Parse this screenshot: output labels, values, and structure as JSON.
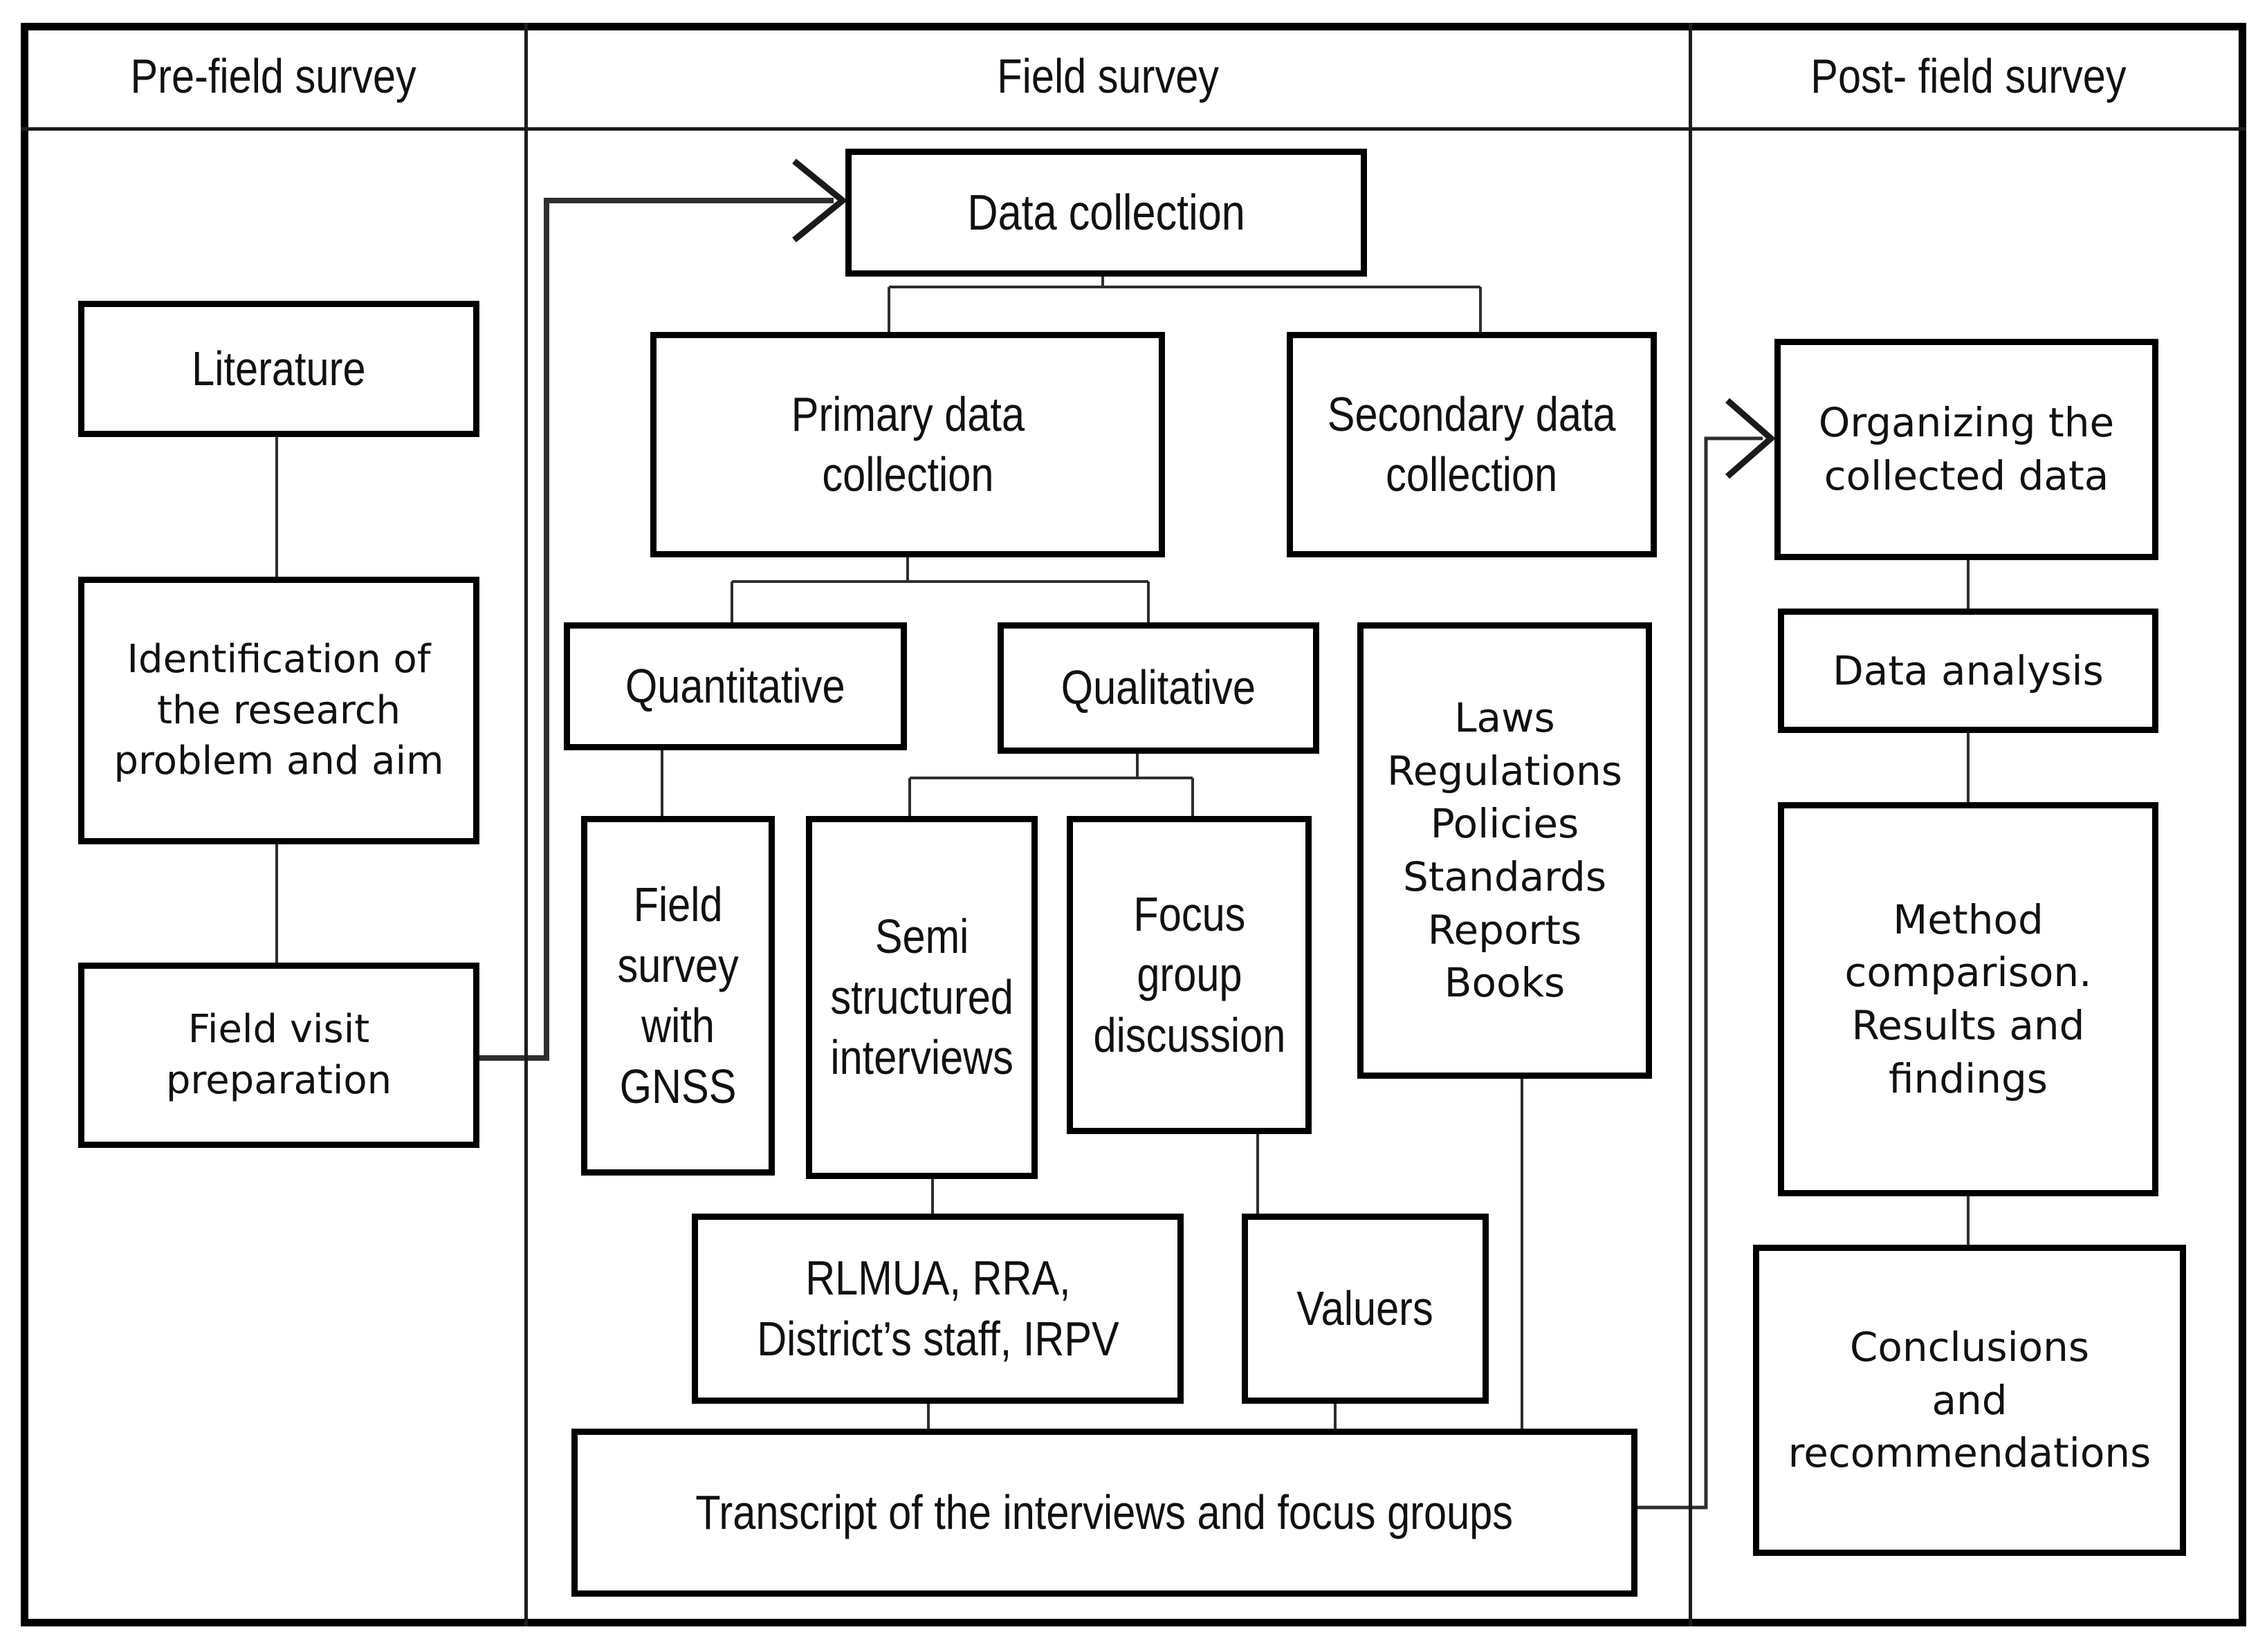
{
  "diagram": {
    "background": "#ffffff",
    "colors": {
      "ink": "#000000",
      "connector": "#2e2e2e"
    },
    "columns": [
      {
        "label": "Pre-field survey"
      },
      {
        "label": "Field survey"
      },
      {
        "label": "Post- field survey"
      }
    ],
    "nodes": {
      "literature": "Literature",
      "identification": "Identification of\nthe research\nproblem and aim",
      "field_visit": "Field visit\npreparation",
      "data_collection": "Data collection",
      "primary": "Primary data\ncollection",
      "secondary": "Secondary data\ncollection",
      "quantitative": "Quantitative",
      "qualitative": "Qualitative",
      "laws": "Laws\nRegulations\nPolicies\nStandards\nReports\nBooks",
      "gnss": "Field\nsurvey\nwith\nGNSS",
      "semi": "Semi\nstructured\ninterviews",
      "focus": "Focus\ngroup\ndiscussion",
      "rlmua": "RLMUA, RRA,\nDistrict’s staff, IRPV",
      "valuers": "Valuers",
      "transcript": "Transcript of the interviews and focus groups",
      "organizing": "Organizing the\ncollected data",
      "data_analysis": "Data analysis",
      "method": "Method\ncomparison.\nResults and\nfindings",
      "conclusions": "Conclusions\nand\nrecommendations"
    }
  }
}
